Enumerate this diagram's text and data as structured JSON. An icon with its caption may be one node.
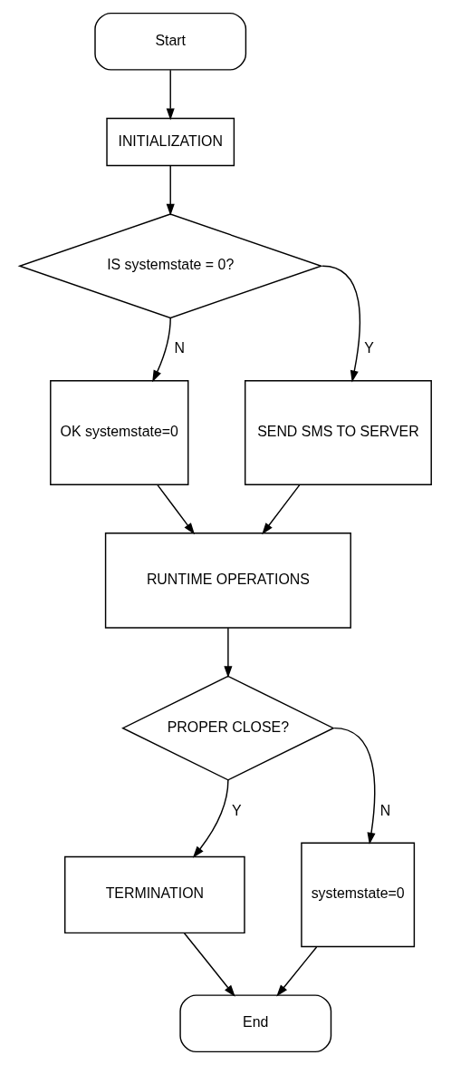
{
  "diagram": {
    "nodes": [
      {
        "text": [
          "Start"
        ]
      },
      {
        "text": [
          "INITIALIZATION"
        ]
      },
      {
        "text": [
          "IS systemstate = 0?"
        ]
      },
      {
        "text": [
          "OK systemstate=0"
        ]
      },
      {
        "text": [
          "SEND SMS TO SERVER"
        ]
      },
      {
        "text": [
          "RUNTIME OPERATIONS"
        ]
      },
      {
        "text": [
          "PROPER CLOSE?"
        ]
      },
      {
        "text": [
          "TERMINATION"
        ]
      },
      {
        "text": [
          "systemstate=0"
        ]
      },
      {
        "text": [
          "End"
        ]
      }
    ],
    "edges": [
      {
        "from": 0,
        "to": 1,
        "arrow": "to"
      },
      {
        "from": 1,
        "to": 2,
        "arrow": "to"
      },
      {
        "from": 2,
        "to": 4,
        "arrow": "to",
        "label": "Y"
      },
      {
        "from": 2,
        "to": 3,
        "arrow": "to",
        "label": "N"
      },
      {
        "from": 3,
        "to": 5,
        "arrow": "to"
      },
      {
        "from": 4,
        "to": 5,
        "arrow": "to"
      },
      {
        "from": 5,
        "to": 6,
        "arrow": "to"
      },
      {
        "from": 6,
        "to": 8,
        "arrow": "to",
        "label": "N"
      },
      {
        "from": 6,
        "to": 7,
        "arrow": "to",
        "label": "Y"
      },
      {
        "from": 7,
        "to": 9,
        "arrow": "to"
      },
      {
        "from": 8,
        "to": 9,
        "arrow": "to"
      }
    ]
  }
}
